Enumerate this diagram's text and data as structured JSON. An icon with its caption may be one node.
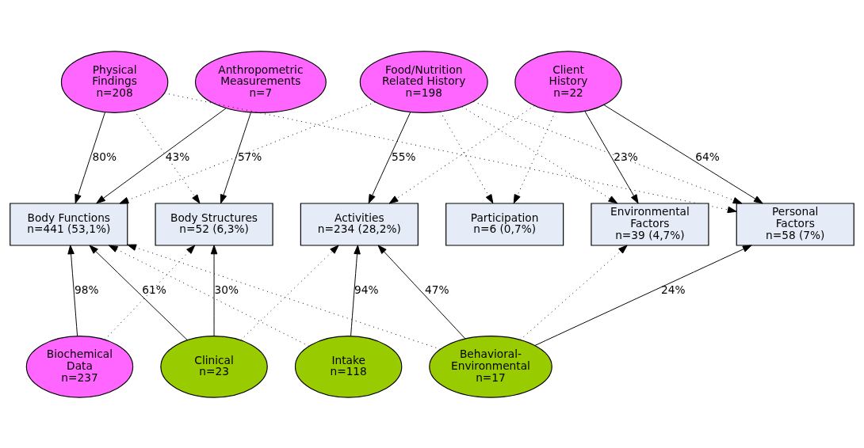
{
  "diagram": {
    "nodes": [
      {
        "text": [
          "Physical Findings n=208"
        ]
      },
      {
        "text": [
          "Anthropometric Measurements n=7"
        ]
      },
      {
        "text": [
          "Food/Nutrition Related History n=198"
        ]
      },
      {
        "text": [
          "Client History n=22"
        ]
      },
      {
        "text": [
          "Body Functions n=441 (53,1%)"
        ]
      },
      {
        "text": [
          "Body Structures n=52 (6,3%)"
        ]
      },
      {
        "text": [
          "Activities n=234 (28,2%)"
        ]
      },
      {
        "text": [
          "Participation n=6 (0,7%)"
        ]
      },
      {
        "text": [
          "Environmental Factors n=39 (4,7%)"
        ]
      },
      {
        "text": [
          "Personal Factors n=58 (7%)"
        ]
      },
      {
        "text": [
          "Biochemical Data n=237"
        ]
      },
      {
        "text": [
          "Clinical n=23"
        ]
      },
      {
        "text": [
          "Intake n=118"
        ]
      },
      {
        "text": [
          "Behavioral-Environmental n=17"
        ]
      }
    ],
    "edges": [
      {
        "from": 0,
        "to": 4,
        "arrow": "to",
        "label": "80%"
      },
      {
        "from": 0,
        "to": 5,
        "arrow": "to",
        "style": "dashed"
      },
      {
        "from": 0,
        "to": 9,
        "arrow": "to",
        "style": "dashed"
      },
      {
        "from": 1,
        "to": 4,
        "arrow": "to",
        "label": "43%"
      },
      {
        "from": 1,
        "to": 5,
        "arrow": "to",
        "label": "57%"
      },
      {
        "from": 2,
        "to": 4,
        "arrow": "to",
        "style": "dashed"
      },
      {
        "from": 2,
        "to": 6,
        "arrow": "to",
        "label": "55%"
      },
      {
        "from": 2,
        "to": 7,
        "arrow": "to",
        "style": "dashed"
      },
      {
        "from": 2,
        "to": 8,
        "arrow": "to",
        "style": "dashed"
      },
      {
        "from": 2,
        "to": 9,
        "arrow": "to",
        "style": "dashed"
      },
      {
        "from": 3,
        "to": 6,
        "arrow": "to",
        "style": "dashed"
      },
      {
        "from": 3,
        "to": 7,
        "arrow": "to",
        "style": "dashed"
      },
      {
        "from": 3,
        "to": 8,
        "arrow": "to",
        "label": "23%"
      },
      {
        "from": 3,
        "to": 9,
        "arrow": "to",
        "label": "64%"
      },
      {
        "from": 10,
        "to": 4,
        "arrow": "to",
        "label": "98%"
      },
      {
        "from": 10,
        "to": 5,
        "arrow": "to",
        "style": "dashed"
      },
      {
        "from": 11,
        "to": 4,
        "arrow": "to",
        "label": "61%"
      },
      {
        "from": 11,
        "to": 5,
        "arrow": "to",
        "label": "30%"
      },
      {
        "from": 11,
        "to": 6,
        "arrow": "to",
        "style": "dashed"
      },
      {
        "from": 12,
        "to": 4,
        "arrow": "to",
        "style": "dashed"
      },
      {
        "from": 12,
        "to": 6,
        "arrow": "to",
        "label": "94%"
      },
      {
        "from": 13,
        "to": 4,
        "arrow": "to",
        "style": "dashed"
      },
      {
        "from": 13,
        "to": 6,
        "arrow": "to",
        "label": "47%"
      },
      {
        "from": 13,
        "to": 8,
        "arrow": "to",
        "style": "dashed"
      },
      {
        "from": 13,
        "to": 9,
        "arrow": "to",
        "label": "24%"
      }
    ]
  }
}
